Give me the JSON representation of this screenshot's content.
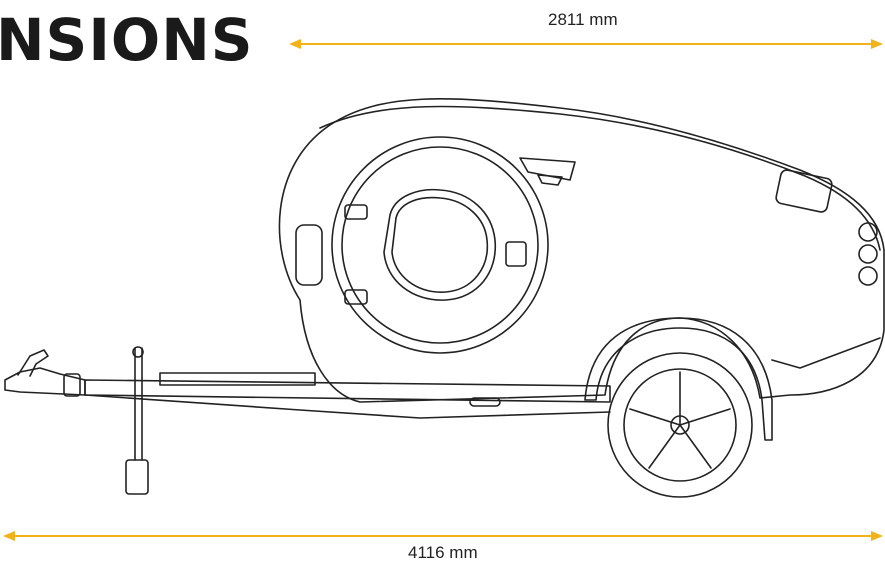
{
  "page": {
    "title": "NSIONS"
  },
  "dimensions": {
    "height_label": "2811 mm",
    "length_label": "4116 mm",
    "arrow_color": "#f2b318"
  },
  "illustration": {
    "subject": "teardrop camper trailer, side view line drawing",
    "line_color": "#222222"
  }
}
